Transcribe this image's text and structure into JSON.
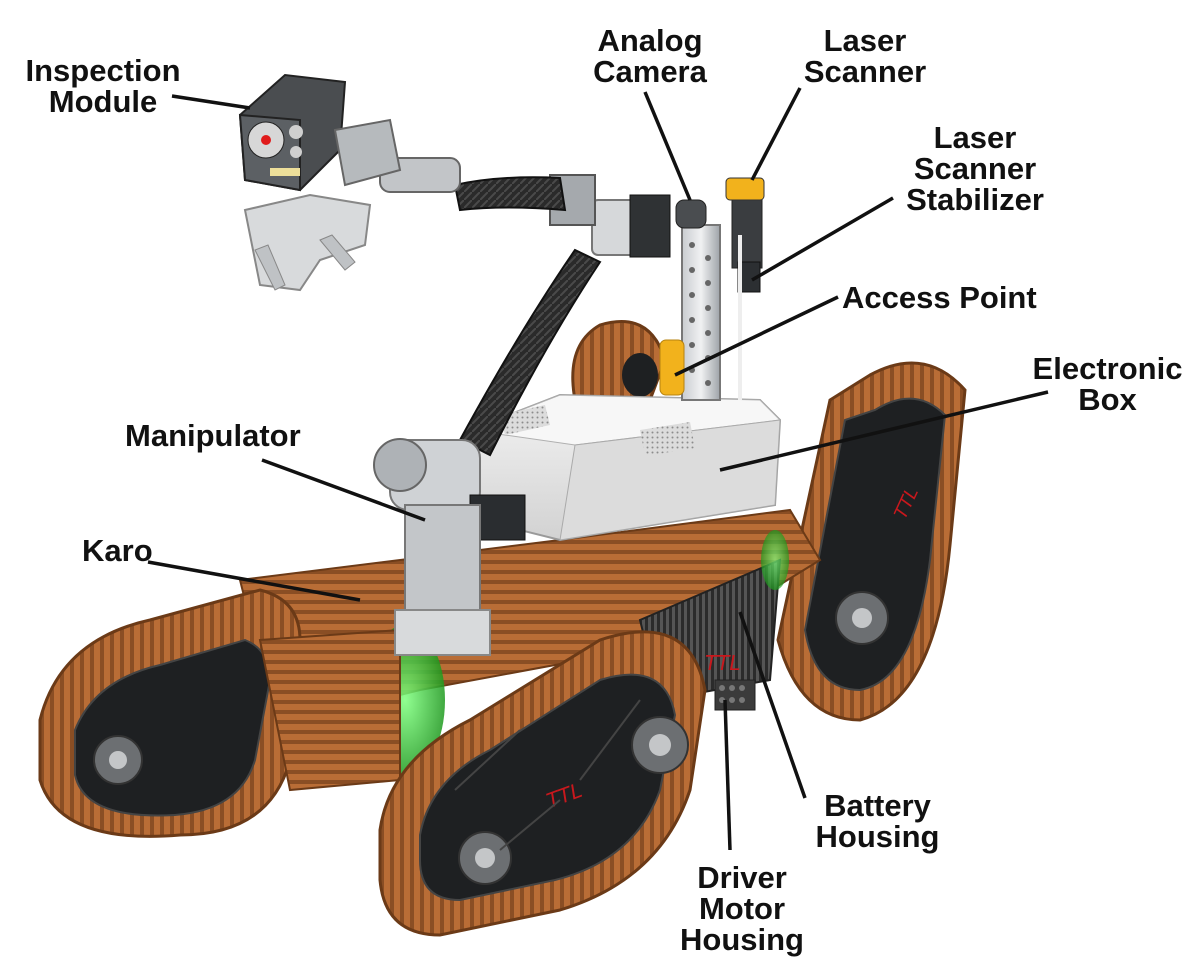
{
  "colors": {
    "track": "#b96d36",
    "track_dark": "#7a4119",
    "track_light": "#d48c52",
    "plate": "#222426",
    "body": "#e9e9e9",
    "body_shadow": "#c7c7c7",
    "metal": "#9ea3a8",
    "carbon": "#2a2a2a",
    "glow": "#3fd13f",
    "accent_yellow": "#f2b21c",
    "logo_red": "#c8181d",
    "leader": "#111111",
    "text": "#111111"
  },
  "labels": {
    "inspection_module": [
      "Inspection",
      "Module"
    ],
    "analog_camera": [
      "Analog",
      "Camera"
    ],
    "laser_scanner": [
      "Laser",
      "Scanner"
    ],
    "laser_scanner_stabilizer": [
      "Laser",
      "Scanner",
      "Stabilizer"
    ],
    "access_point": "Access Point",
    "electronic_box": [
      "Electronic",
      "Box"
    ],
    "manipulator": "Manipulator",
    "karo": "Karo",
    "battery_housing": [
      "Battery",
      "Housing"
    ],
    "driver_motor_housing": [
      "Driver",
      "Motor",
      "Housing"
    ]
  },
  "icons": [
    "robot-illustration",
    "track-logo-icon"
  ]
}
